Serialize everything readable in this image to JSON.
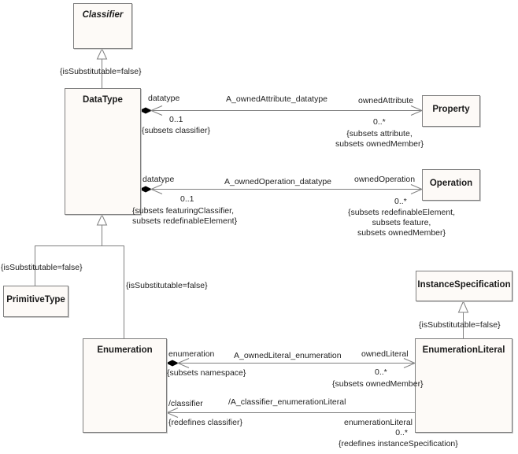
{
  "colors": {
    "box_fill": "#fdfaf7",
    "box_border": "#7f7f7f",
    "line": "#808080",
    "text": "#1a1a1a"
  },
  "classes": {
    "classifier": {
      "name": "Classifier",
      "abstract": true
    },
    "datatype": {
      "name": "DataType"
    },
    "property": {
      "name": "Property"
    },
    "operation": {
      "name": "Operation"
    },
    "primitivetype": {
      "name": "PrimitiveType"
    },
    "enumeration": {
      "name": "Enumeration"
    },
    "instancespecification": {
      "name": "InstanceSpecification"
    },
    "enumerationliteral": {
      "name": "EnumerationLiteral"
    }
  },
  "generalizations": {
    "datatype_classifier": {
      "constraint": "{isSubstitutable=false}"
    },
    "primitivetype_datatype": {
      "constraint": "{isSubstitutable=false}"
    },
    "enumeration_datatype": {
      "constraint": "{isSubstitutable=false}"
    },
    "enumerationliteral_instancespecification": {
      "constraint": "{isSubstitutable=false}"
    }
  },
  "associations": {
    "owned_attribute": {
      "name": "A_ownedAttribute_datatype",
      "source_role": "datatype",
      "source_mult": "0..1",
      "source_constraint": "{subsets classifier}",
      "target_role": "ownedAttribute",
      "target_mult": "0..*",
      "target_constraint": "{subsets attribute,\nsubsets ownedMember}"
    },
    "owned_operation": {
      "name": "A_ownedOperation_datatype",
      "source_role": "datatype",
      "source_mult": "0..1",
      "source_constraint": "{subsets featuringClassifier,\nsubsets redefinableElement}",
      "target_role": "ownedOperation",
      "target_mult": "0..*",
      "target_constraint": "{subsets redefinableElement,\nsubsets feature,\nsubsets ownedMember}"
    },
    "owned_literal": {
      "name": "A_ownedLiteral_enumeration",
      "source_role": "enumeration",
      "source_constraint": "{subsets namespace}",
      "target_role": "ownedLiteral",
      "target_mult": "0..*",
      "target_constraint": "{subsets ownedMember}"
    },
    "classifier_literal": {
      "name": "/A_classifier_enumerationLiteral",
      "source_role": "/classifier",
      "source_constraint": "{redefines classifier}",
      "target_role": "enumerationLiteral",
      "target_mult": "0..*",
      "target_constraint": "{redefines instanceSpecification}"
    }
  }
}
